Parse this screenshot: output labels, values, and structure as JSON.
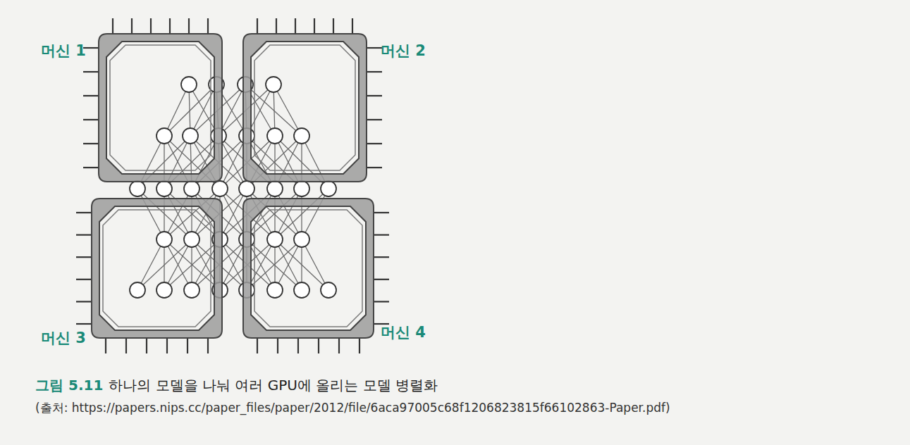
{
  "diagram": {
    "caption": "하나의 모델을 나눠 여러 GPU에 올리는 모델 병렬화",
    "nodes": [
      {
        "text": [
          "머신 1"
        ]
      },
      {
        "text": [
          "머신 2"
        ]
      },
      {
        "text": [
          "머신 3"
        ]
      },
      {
        "text": [
          "머신 4"
        ]
      }
    ],
    "labels": [
      "그림 5.11",
      "(출처: https://papers.nips.cc/paper_files/paper/2012/file/6aca97005c68f1206823815f66102863-Paper.pdf)"
    ]
  }
}
